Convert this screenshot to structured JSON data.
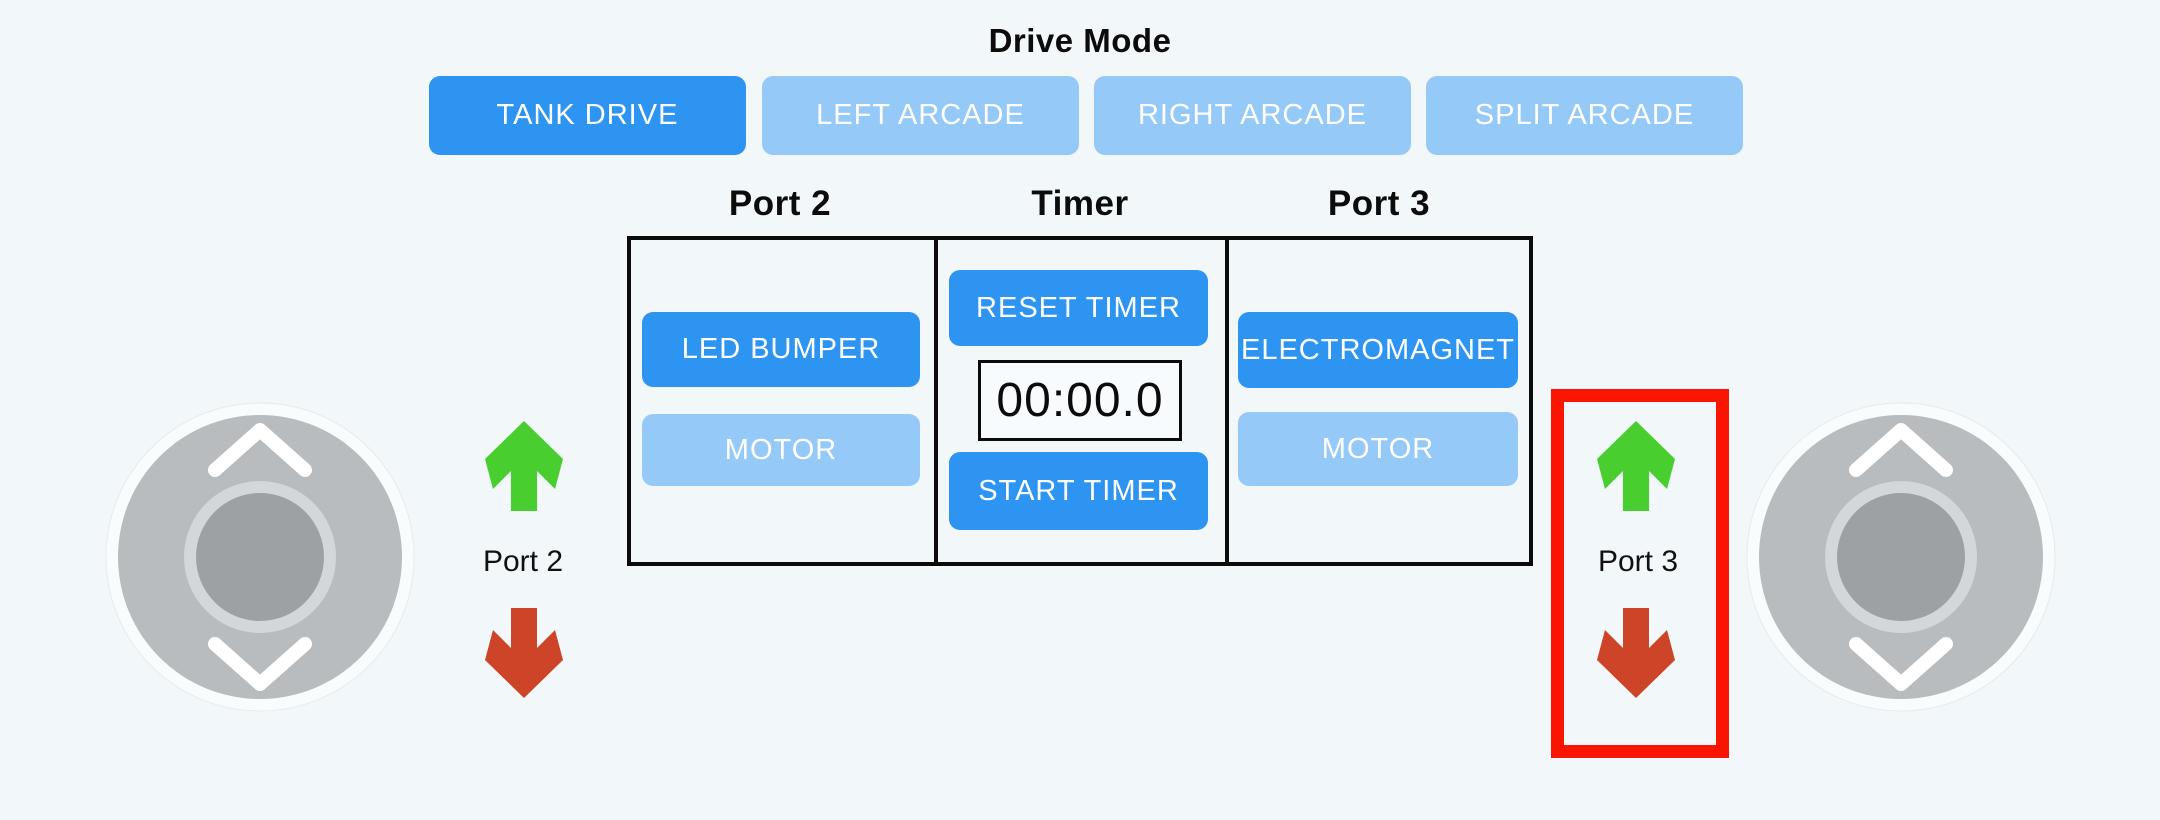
{
  "colors": {
    "background": "#f2f7f9",
    "active_blue": "#2e94f2",
    "inactive_blue": "#95c9f8",
    "arrow_green": "#49ce30",
    "arrow_red": "#ce4428",
    "highlight_red": "#fa1500",
    "table_border": "#0b0b0b",
    "joystick_body": "#b9bcbf",
    "joystick_knob": "#9da1a4",
    "joystick_knob_ring": "#d4d7d9",
    "joystick_chevron": "#ffffff"
  },
  "drive_mode": {
    "title": "Drive Mode",
    "modes": [
      {
        "label": "TANK DRIVE",
        "active": true
      },
      {
        "label": "LEFT ARCADE",
        "active": false
      },
      {
        "label": "RIGHT ARCADE",
        "active": false
      },
      {
        "label": "SPLIT ARCADE",
        "active": false
      }
    ]
  },
  "control_board": {
    "port2": {
      "header": "Port 2",
      "buttons": [
        {
          "label": "LED BUMPER",
          "active": true
        },
        {
          "label": "MOTOR",
          "active": false
        }
      ]
    },
    "timer": {
      "header": "Timer",
      "reset_label": "RESET TIMER",
      "display": "00:00.0",
      "start_label": "START TIMER"
    },
    "port3": {
      "header": "Port 3",
      "buttons": [
        {
          "label": "ELECTROMAGNET",
          "active": true
        },
        {
          "label": "MOTOR",
          "active": false
        }
      ]
    }
  },
  "left_indicator": {
    "label": "Port 2",
    "up_arrow": "green-up-arrow",
    "down_arrow": "red-down-arrow",
    "highlighted": false
  },
  "right_indicator": {
    "label": "Port 3",
    "up_arrow": "green-up-arrow",
    "down_arrow": "red-down-arrow",
    "highlighted": true
  }
}
